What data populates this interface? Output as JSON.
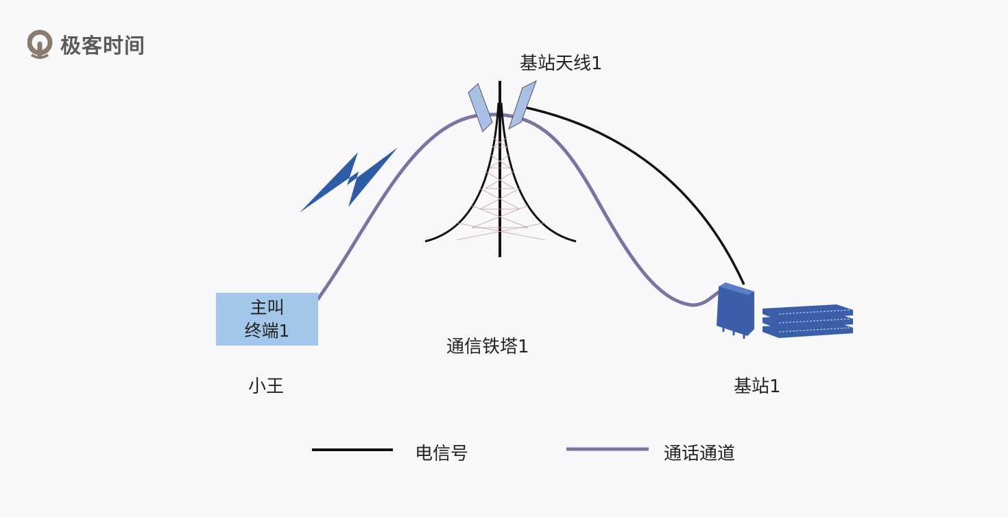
{
  "brand": {
    "name": "极客时间",
    "icon": "geektime-logo"
  },
  "antenna_label": "基站天线1",
  "tower_label": "通信铁塔1",
  "terminal": {
    "line1": "主叫",
    "line2": "终端1"
  },
  "user_label": "小王",
  "base_station_label": "基站1",
  "legend": [
    {
      "label": "电信号",
      "color": "#111111"
    },
    {
      "label": "通话通道",
      "color": "#7b74a3"
    }
  ],
  "colors": {
    "call_channel": "#7b74a3",
    "signal": "#111111",
    "terminal_fill": "#a3c7ea",
    "equipment_blue": "#3a5fa8",
    "lightning": "#2f5ca6"
  }
}
